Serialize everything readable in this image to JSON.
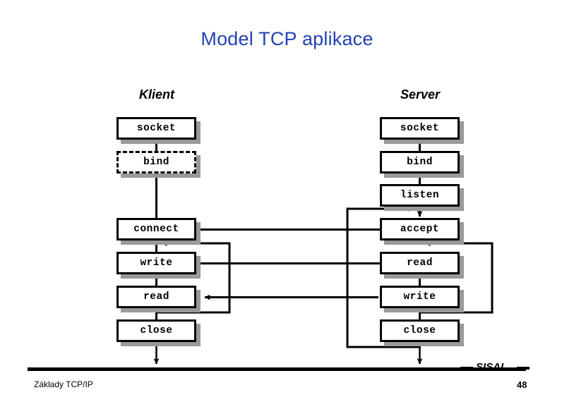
{
  "slide": {
    "title": "Model TCP aplikace",
    "columns": {
      "client_header": "Klient",
      "server_header": "Server"
    },
    "client_nodes": [
      {
        "label": "socket",
        "style": "solid"
      },
      {
        "label": "bind",
        "style": "dashed"
      },
      {
        "label": "connect",
        "style": "solid"
      },
      {
        "label": "write",
        "style": "solid"
      },
      {
        "label": "read",
        "style": "solid"
      },
      {
        "label": "close",
        "style": "solid"
      }
    ],
    "server_nodes": [
      {
        "label": "socket",
        "style": "solid"
      },
      {
        "label": "bind",
        "style": "solid"
      },
      {
        "label": "listen",
        "style": "solid"
      },
      {
        "label": "accept",
        "style": "solid"
      },
      {
        "label": "read",
        "style": "solid"
      },
      {
        "label": "write",
        "style": "solid"
      },
      {
        "label": "close",
        "style": "solid"
      }
    ],
    "footer": {
      "left_text": "Základy TCP/IP",
      "brand": "SISAL",
      "page_number": "48"
    },
    "colors": {
      "title": "#2442b4",
      "box_border": "#000000",
      "box_fill": "#ffffff",
      "box_shadow": "#999999",
      "connector": "#000000",
      "footer_rule": "#000000"
    }
  }
}
